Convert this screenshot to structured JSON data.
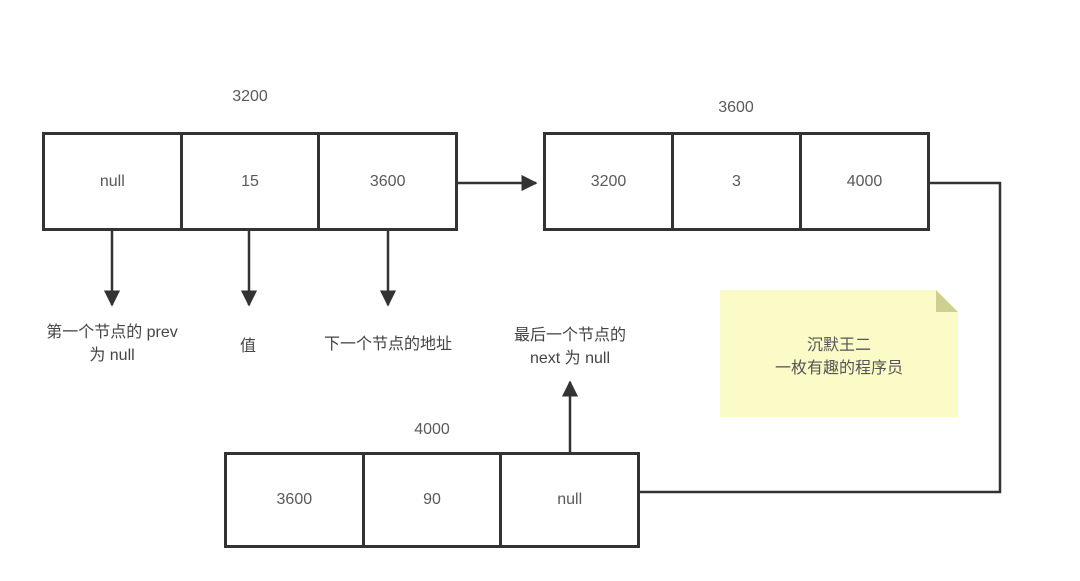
{
  "diagram": {
    "title_hint": "doubly-linked-list",
    "nodes": [
      {
        "address": "3200",
        "cells": {
          "prev": "null",
          "value": "15",
          "next": "3600"
        }
      },
      {
        "address": "3600",
        "cells": {
          "prev": "3200",
          "value": "3",
          "next": "4000"
        }
      },
      {
        "address": "4000",
        "cells": {
          "prev": "3600",
          "value": "90",
          "next": "null"
        }
      }
    ],
    "annotations": {
      "first_prev_line1": "第一个节点的 prev",
      "first_prev_line2": "为 null",
      "value_label": "值",
      "next_address_label": "下一个节点的地址",
      "last_next_line1": "最后一个节点的",
      "last_next_line2": "next 为 null"
    },
    "sticky_note": {
      "line1": "沉默王二",
      "line2": "一枚有趣的程序员",
      "bg_color": "#fbfbc8",
      "fold_color": "#cfcf8e"
    },
    "colors": {
      "line": "#333333",
      "cell_text": "#595959",
      "label_text": "#444444",
      "background": "#ffffff"
    }
  }
}
